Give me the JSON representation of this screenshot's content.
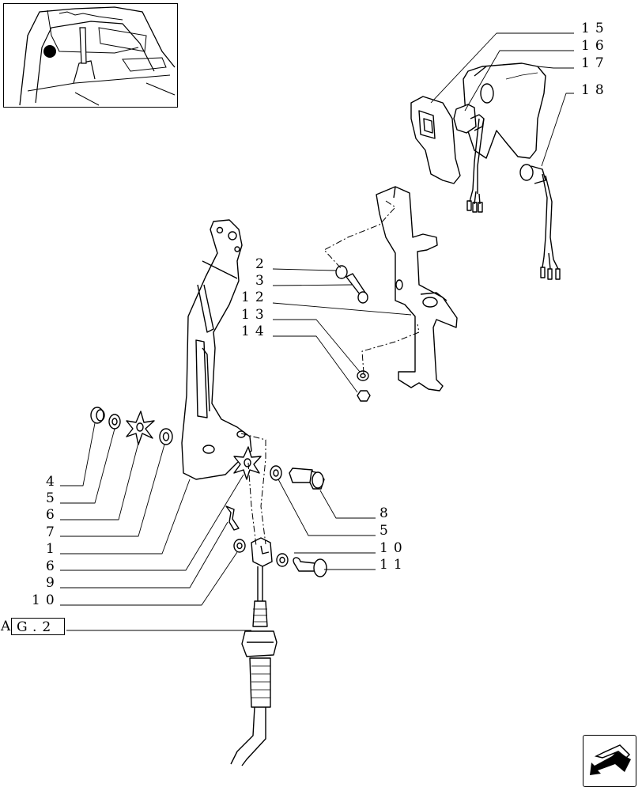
{
  "callouts": {
    "c15": "15",
    "c16": "16",
    "c17": "17",
    "c18": "18",
    "c2": "2",
    "c3": "3",
    "c12": "12",
    "c13": "13",
    "c14": "14",
    "c4": "4",
    "c5a": "5",
    "c6a": "6",
    "c7": "7",
    "c1": "1",
    "c6b": "6",
    "c9": "9",
    "c10a": "10",
    "c8": "8",
    "c5b": "5",
    "c10b": "10",
    "c11": "11"
  },
  "reference": {
    "prefix": "A",
    "code": "G.2"
  },
  "navigation": {
    "icon": "arrow-icon"
  }
}
